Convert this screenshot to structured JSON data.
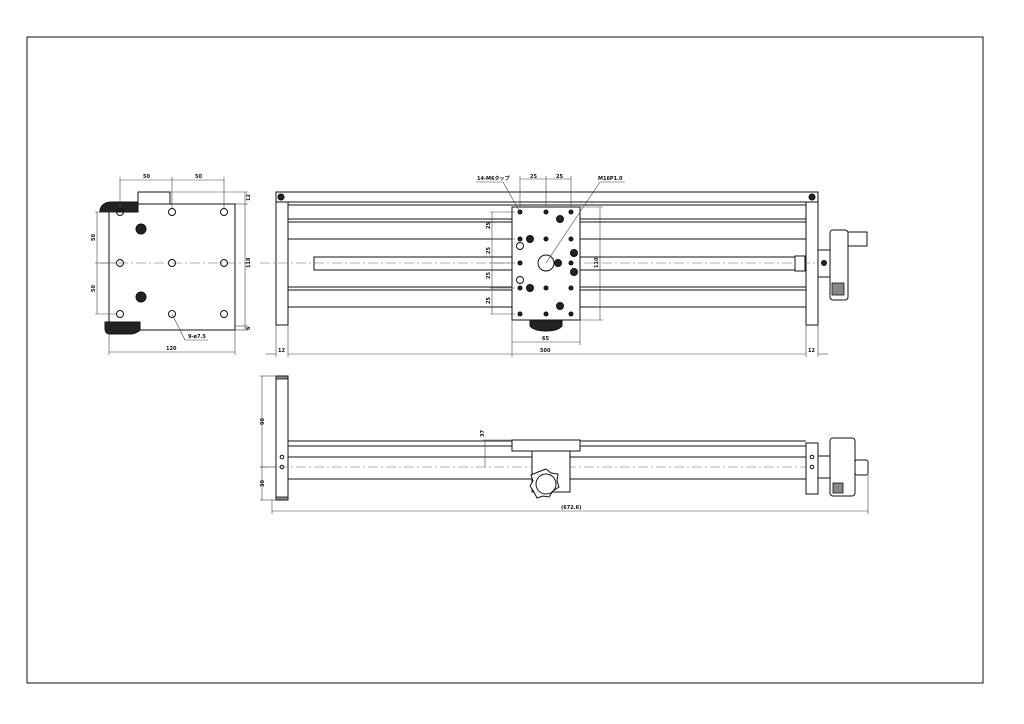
{
  "drawing": {
    "end_view": {
      "dim_top_left": "50",
      "dim_top_right": "50",
      "dim_right_top": "12",
      "dim_right_height": "118",
      "dim_right_bottom": "6",
      "dim_left_upper": "50",
      "dim_left_lower": "50",
      "dim_width": "120",
      "hole_callout": "9-ø7.5"
    },
    "top_view": {
      "tap_callout": "14-M6タップ",
      "thread_callout": "M16P1.0",
      "dim_pitch_x1": "25",
      "dim_pitch_x2": "25",
      "dim_pitch_y": [
        "25",
        "25",
        "25",
        "25"
      ],
      "dim_carriage_length": "110",
      "dim_carriage_width": "65",
      "dim_travel": "500",
      "dim_end_left": "12",
      "dim_end_right": "12"
    },
    "side_view": {
      "dim_height_upper": "90",
      "dim_height_lower": "30",
      "dim_carriage_height": "37",
      "dim_overall_length": "(672.6)"
    }
  }
}
